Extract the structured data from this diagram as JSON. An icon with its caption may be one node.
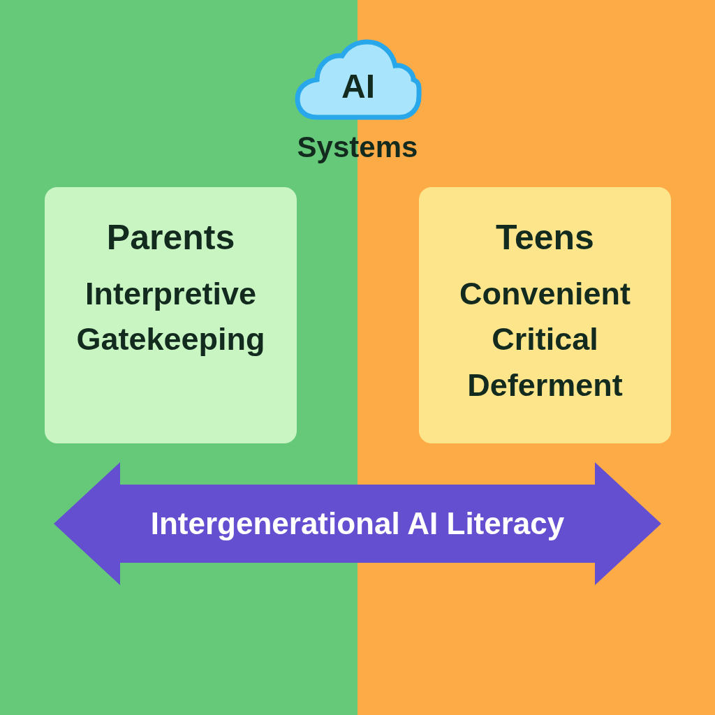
{
  "diagram": {
    "nodes": [
      {
        "text": [
          "AI"
        ],
        "beside": [
          "Systems"
        ]
      },
      {
        "text": [
          "Parents",
          "Interpretive Gatekeeping"
        ]
      },
      {
        "text": [
          "Teens",
          "Convenient Critical Deferment"
        ]
      },
      {
        "text": [
          "Intergenerational AI Literacy"
        ]
      }
    ]
  }
}
